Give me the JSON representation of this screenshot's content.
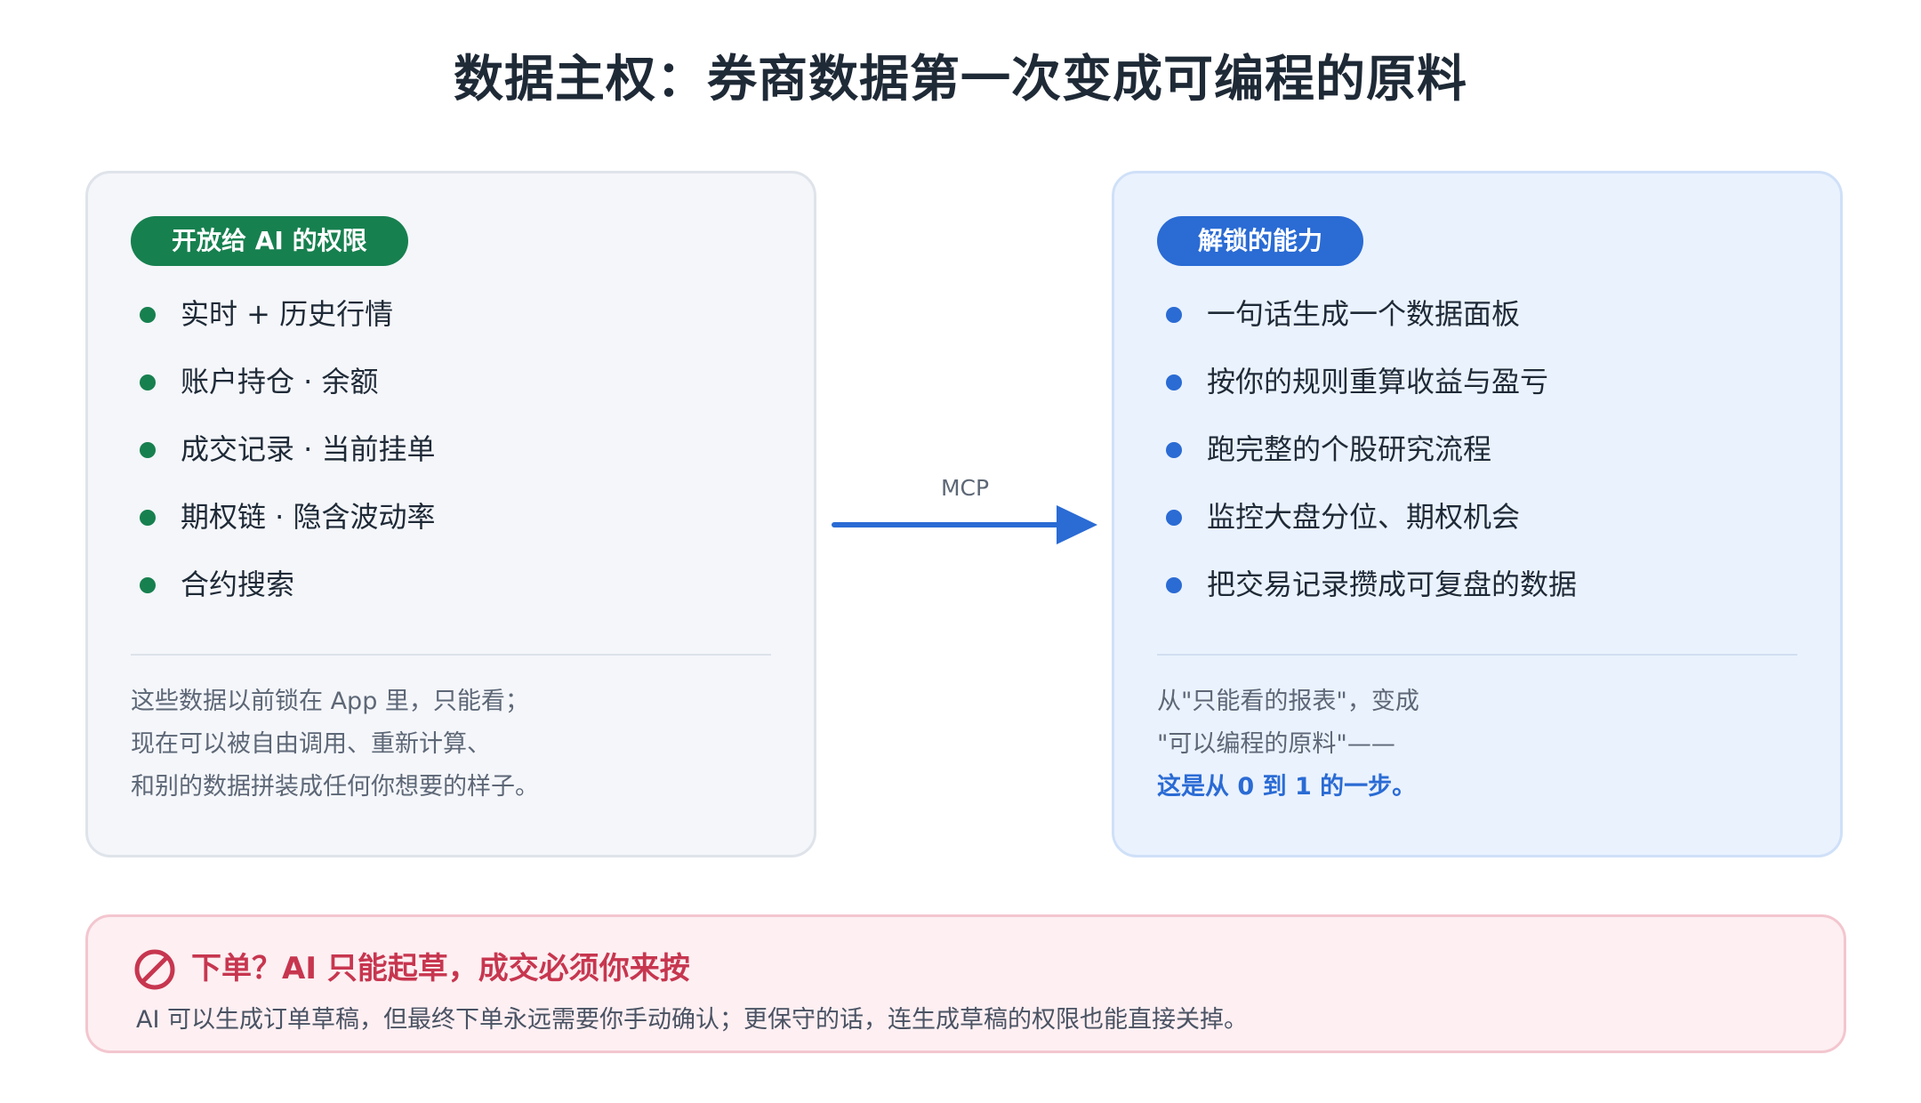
{
  "title": "数据主权：券商数据第一次变成可编程的原料",
  "left_card": {
    "badge": "开放给 AI 的权限",
    "items": [
      "实时 + 历史行情",
      "账户持仓 · 余额",
      "成交记录 · 当前挂单",
      "期权链 · 隐含波动率",
      "合约搜索"
    ],
    "note_lines": [
      "这些数据以前锁在 App 里，只能看；",
      "现在可以被自由调用、重新计算、",
      "和别的数据拼装成任何你想要的样子。"
    ]
  },
  "connector": {
    "label": "MCP"
  },
  "right_card": {
    "badge": "解锁的能力",
    "items": [
      "一句话生成一个数据面板",
      "按你的规则重算收益与盈亏",
      "跑完整的个股研究流程",
      "监控大盘分位、期权机会",
      "把交易记录攒成可复盘的数据"
    ],
    "note_lines": [
      "从\"只能看的报表\"，变成",
      "\"可以编程的原料\"——"
    ],
    "note_emphasis": "这是从 0 到 1 的一步。"
  },
  "warning": {
    "title": "下单？AI 只能起草，成交必须你来按",
    "text": "AI 可以生成订单草稿，但最终下单永远需要你手动确认；更保守的话，连生成草稿的权限也能直接关掉。",
    "icon": "prohibited-icon"
  },
  "colors": {
    "green": "#17804f",
    "blue": "#2a6bd4",
    "red": "#c7364f"
  }
}
